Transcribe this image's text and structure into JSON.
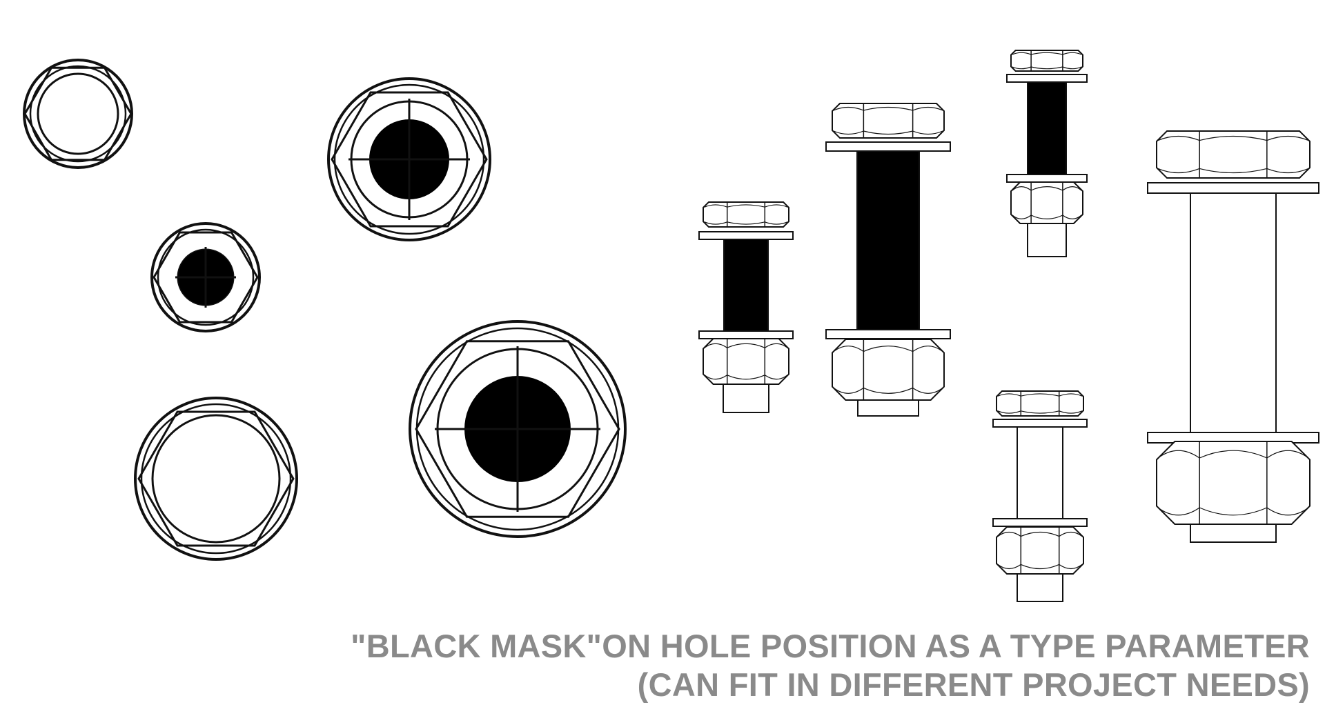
{
  "caption": {
    "line1": "\"BLACK MASK\"ON HOLE POSITION AS A TYPE PARAMETER",
    "line2": "(CAN FIT IN DIFFERENT PROJECT NEEDS)"
  },
  "colors": {
    "line": "#111111",
    "mask": "#000000",
    "caption": "#8a8a8a",
    "background": "#ffffff"
  },
  "plan_views": [
    {
      "id": "plan-1",
      "black_mask": false
    },
    {
      "id": "plan-2",
      "black_mask": true
    },
    {
      "id": "plan-3",
      "black_mask": true
    },
    {
      "id": "plan-4",
      "black_mask": false
    },
    {
      "id": "plan-5",
      "black_mask": true
    }
  ],
  "elevation_views": [
    {
      "id": "bolt-1",
      "black_mask": true
    },
    {
      "id": "bolt-2",
      "black_mask": true
    },
    {
      "id": "bolt-3",
      "black_mask": true
    },
    {
      "id": "bolt-4",
      "black_mask": false
    },
    {
      "id": "bolt-5",
      "black_mask": false
    }
  ]
}
